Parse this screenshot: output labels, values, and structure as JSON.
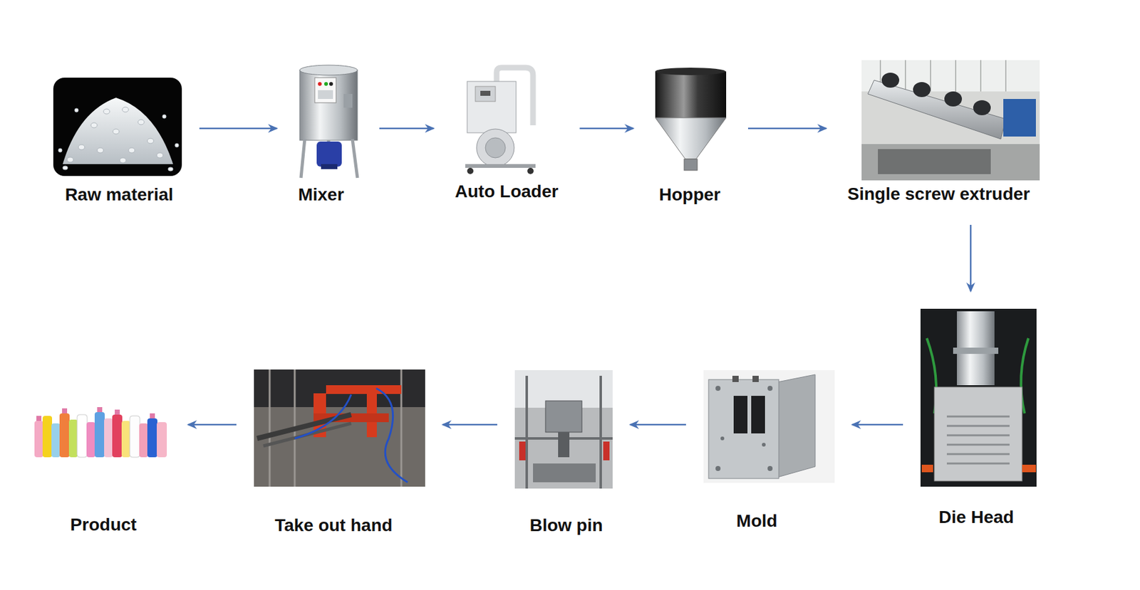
{
  "diagram": {
    "nodes": [
      {
        "text": [
          "Raw material"
        ]
      },
      {
        "text": [
          "Mixer"
        ]
      },
      {
        "text": [
          "Auto Loader"
        ]
      },
      {
        "text": [
          "Hopper"
        ]
      },
      {
        "text": [
          "Single screw extruder"
        ]
      },
      {
        "text": [
          "Die Head"
        ]
      },
      {
        "text": [
          "Mold"
        ]
      },
      {
        "text": [
          "Blow pin"
        ]
      },
      {
        "text": [
          "Take out hand"
        ]
      },
      {
        "text": [
          "Product"
        ]
      }
    ],
    "edges": [
      {
        "from": 0,
        "to": 1,
        "arrow": "to"
      },
      {
        "from": 1,
        "to": 2,
        "arrow": "to"
      },
      {
        "from": 2,
        "to": 3,
        "arrow": "to"
      },
      {
        "from": 3,
        "to": 4,
        "arrow": "to"
      },
      {
        "from": 4,
        "to": 5,
        "arrow": "to"
      },
      {
        "from": 5,
        "to": 6,
        "arrow": "to"
      },
      {
        "from": 6,
        "to": 7,
        "arrow": "to"
      },
      {
        "from": 7,
        "to": 8,
        "arrow": "to"
      },
      {
        "from": 8,
        "to": 9,
        "arrow": "to"
      }
    ]
  }
}
